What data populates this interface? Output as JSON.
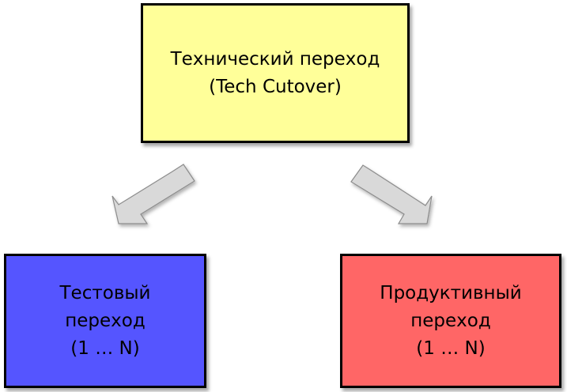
{
  "diagram": {
    "top": {
      "line1": "Технический переход",
      "line2": "(Tech Cutover)",
      "color": "#ffff99"
    },
    "left": {
      "line1": "Тестовый",
      "line2": "переход",
      "line3": "(1 … N)",
      "color": "#5555ff"
    },
    "right": {
      "line1": "Продуктивный",
      "line2": "переход",
      "line3": "(1 … N)",
      "color": "#ff6666"
    },
    "arrow_color": "#d9d9d9"
  }
}
